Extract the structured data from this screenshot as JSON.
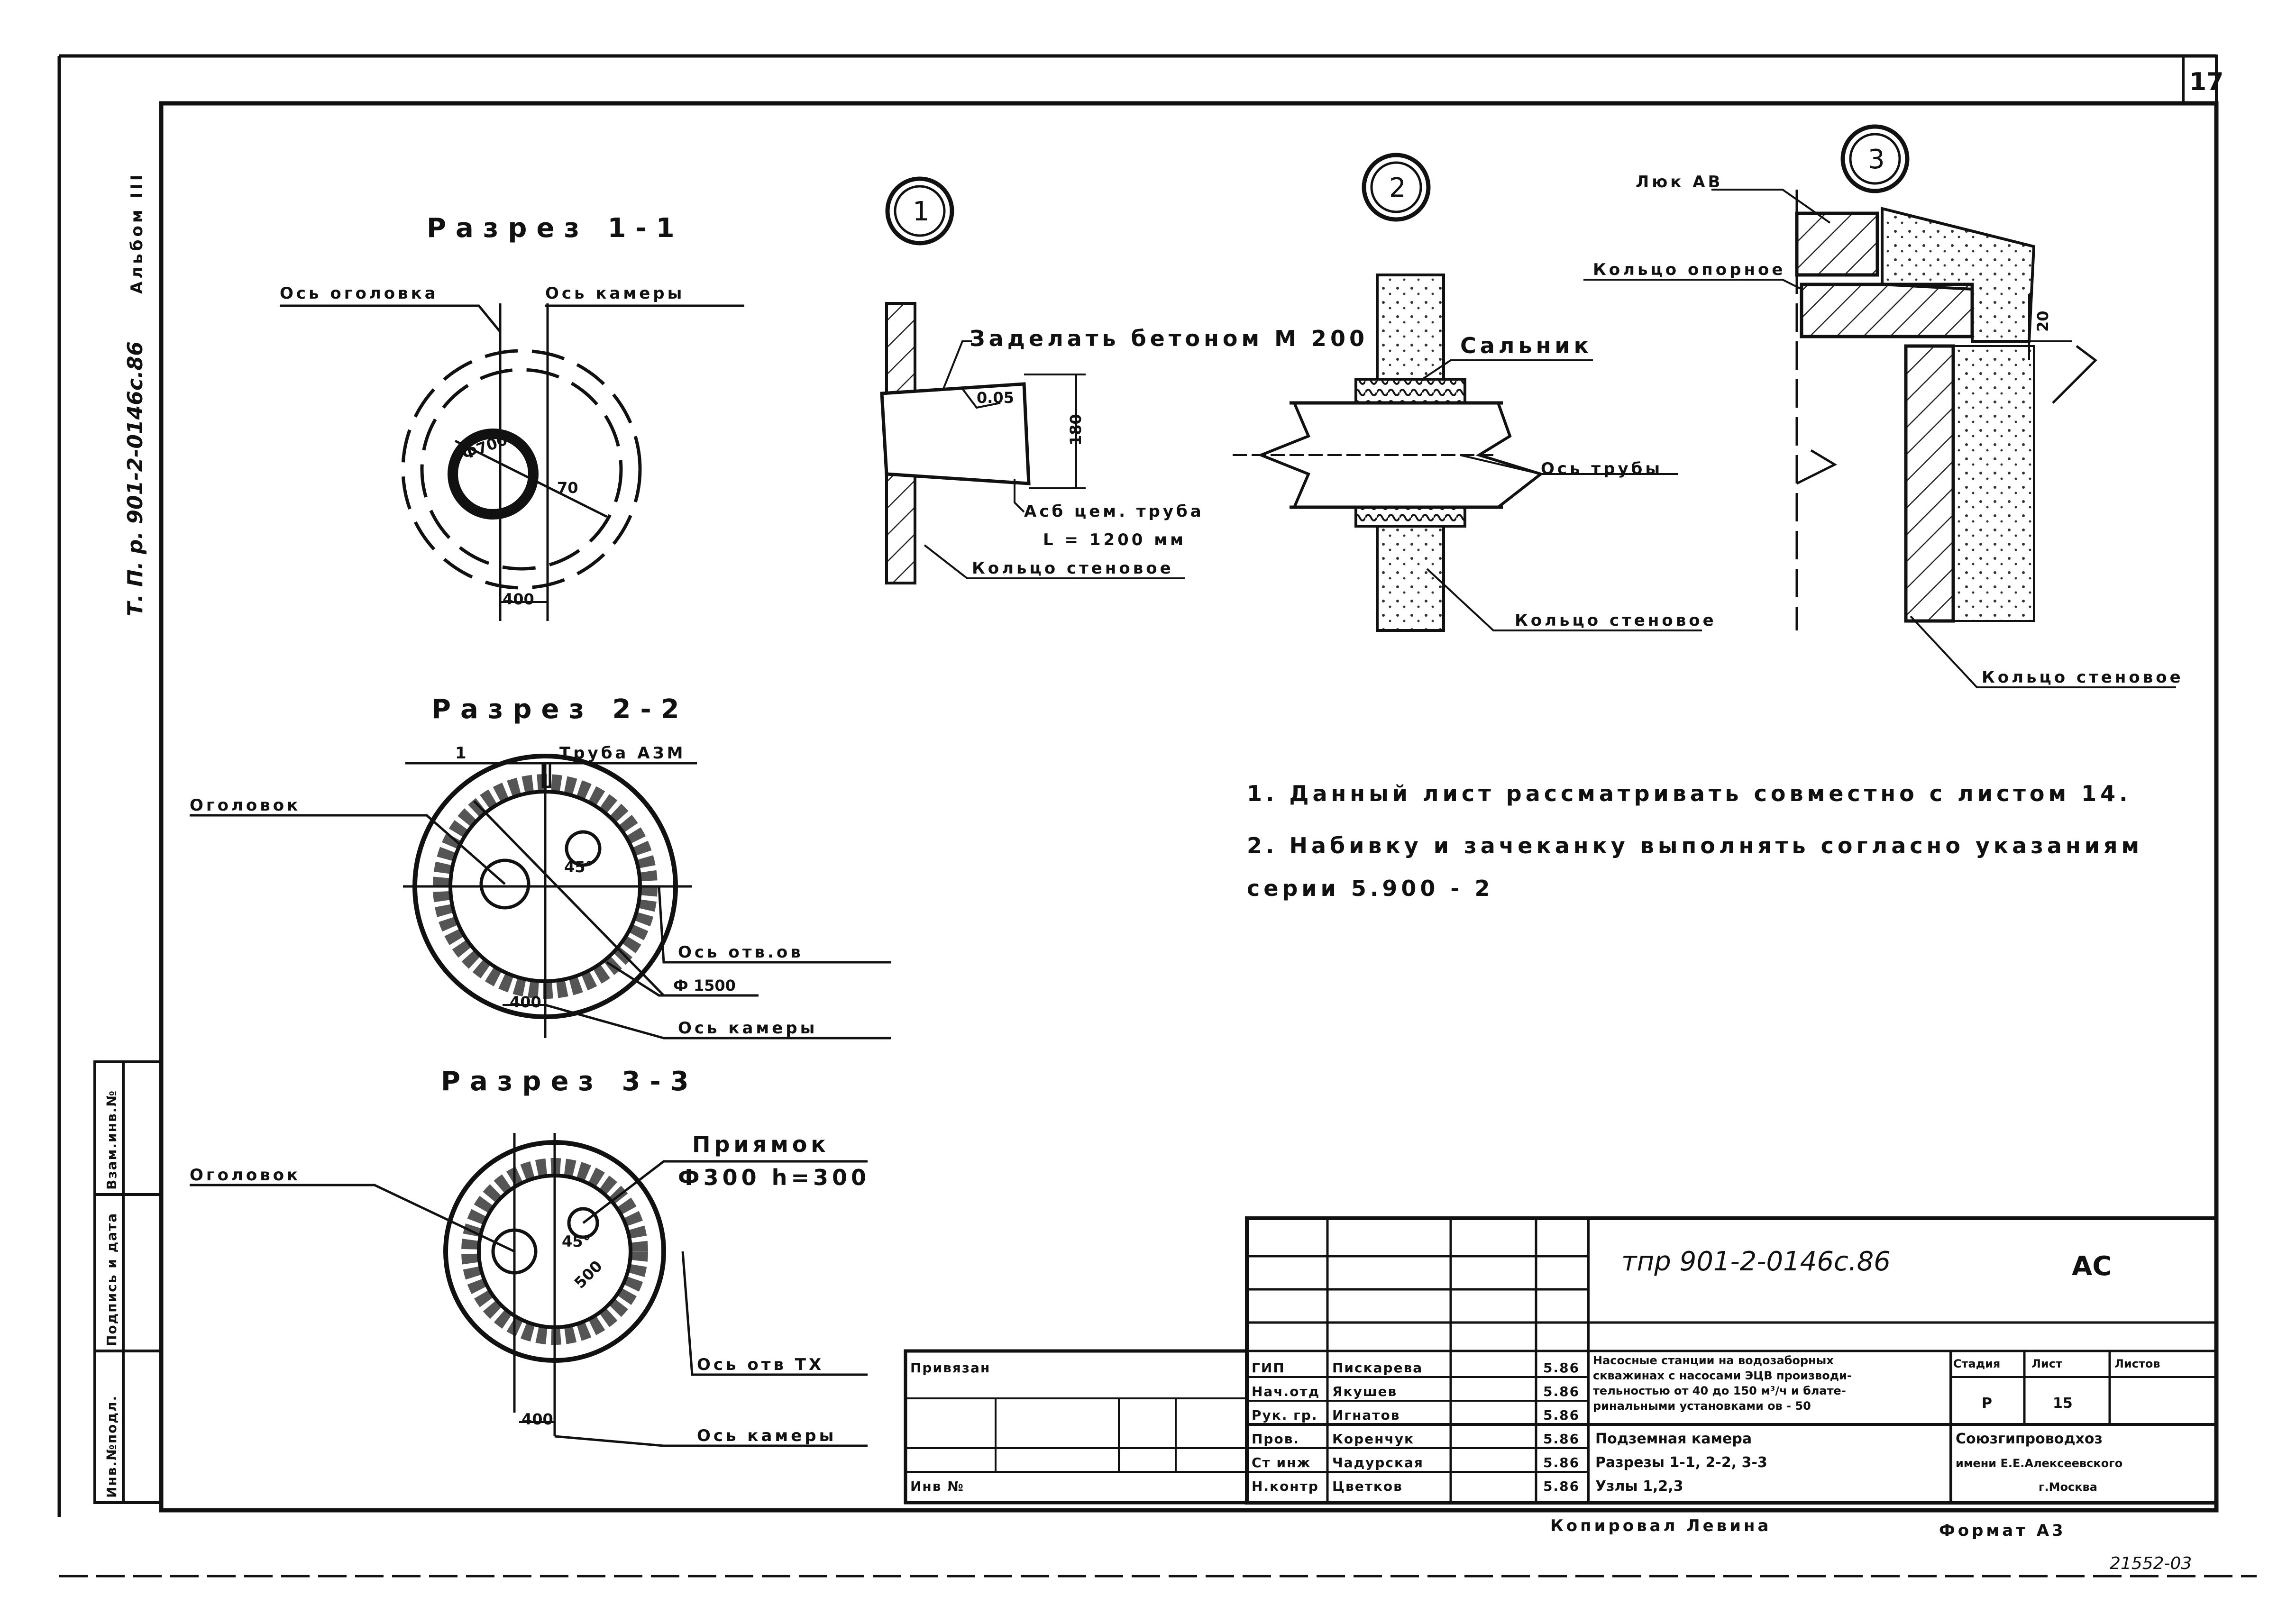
{
  "page": {
    "number": "17"
  },
  "side_text": {
    "series": "Т. П. р. 901-2-0146с.86",
    "album": "Альбом III"
  },
  "left_stamp": {
    "col1": "Инв.№подл.",
    "col2": "Подпись и дата",
    "col3": "Взам.инв.№"
  },
  "section1": {
    "title": "Разрез 1-1",
    "head_axis": "Ось оголовка",
    "chamber_axis": "Ось камеры",
    "pipe_dia": "Ф700",
    "angle": "70",
    "dim": "400"
  },
  "section2": {
    "title": "Разрез 2-2",
    "pipe_label": "Труба АЗМ",
    "one": "1",
    "head": "Оголовок",
    "hole_axis": "Ось отв.ов",
    "diameter": "Ф 1500",
    "chamber_axis": "Ось камеры",
    "angle": "45°",
    "dim": "400"
  },
  "section3": {
    "title": "Разрез 3-3",
    "head": "Оголовок",
    "pit": "Приямок",
    "pit_size": "Ф300 h=300",
    "hole_axis": "Ось отв ТХ",
    "chamber_axis": "Ось камеры",
    "angle": "45°",
    "r": "500",
    "dim": "400"
  },
  "node1": {
    "marker": "1",
    "fill_label": "Заделать бетоном М 200",
    "slope": "0.05",
    "height": "180",
    "pipe": "Асб цем. труба",
    "pipe_len": "L = 1200 мм",
    "wall_ring": "Кольцо стеновое"
  },
  "node2": {
    "marker": "2",
    "gland": "Сальник",
    "pipe_axis": "Ось трубы",
    "wall_ring": "Кольцо стеновое"
  },
  "node3": {
    "marker": "3",
    "hatch": "Люк АВ",
    "support_ring": "Кольцо опорное",
    "gap": "20",
    "wall_ring": "Кольцо стеновое"
  },
  "notes": [
    "1.  Данный лист рассматривать совместно с листом 14.",
    "2.  Набивку и зачеканку выполнять согласно указаниям",
    "серии 5.900 - 2"
  ],
  "title_block": {
    "code": "тпр 901-2-0146с.86",
    "mark": "АС",
    "privyazan": "Привязан",
    "inv": "Инв №",
    "roles": [
      {
        "role": "ГИП",
        "name": "Пискарева",
        "date": "5.86"
      },
      {
        "role": "Нач.отд",
        "name": "Якушев",
        "date": "5.86"
      },
      {
        "role": "Рук. гр.",
        "name": "Игнатов",
        "date": "5.86"
      },
      {
        "role": "Пров.",
        "name": "Коренчук",
        "date": "5.86"
      },
      {
        "role": "Ст инж",
        "name": "Чадурская",
        "date": "5.86"
      },
      {
        "role": "Н.контр",
        "name": "Цветков",
        "date": "5.86"
      }
    ],
    "project_l1": "Насосные станции на водозаборных",
    "project_l2": "скважинах с насосами ЭЦВ производи-",
    "project_l3": "тельностью от 40 до 150 м³/ч и блате-",
    "project_l4": "ринальными установками ов - 50",
    "sheet_l1": "Подземная камера",
    "sheet_l2": "Разрезы 1-1, 2-2, 3-3",
    "sheet_l3": "Узлы 1,2,3",
    "stage_h": "Стадия",
    "list_h": "Лист",
    "lists_h": "Листов",
    "stage": "Р",
    "list": "15",
    "org_l1": "Союзгипроводхоз",
    "org_l2": "имени Е.Е.Алексеевского",
    "org_l3": "г.Москва"
  },
  "footer": {
    "copied": "Копировал Левина",
    "format": "Формат А3",
    "number": "21552-03"
  }
}
